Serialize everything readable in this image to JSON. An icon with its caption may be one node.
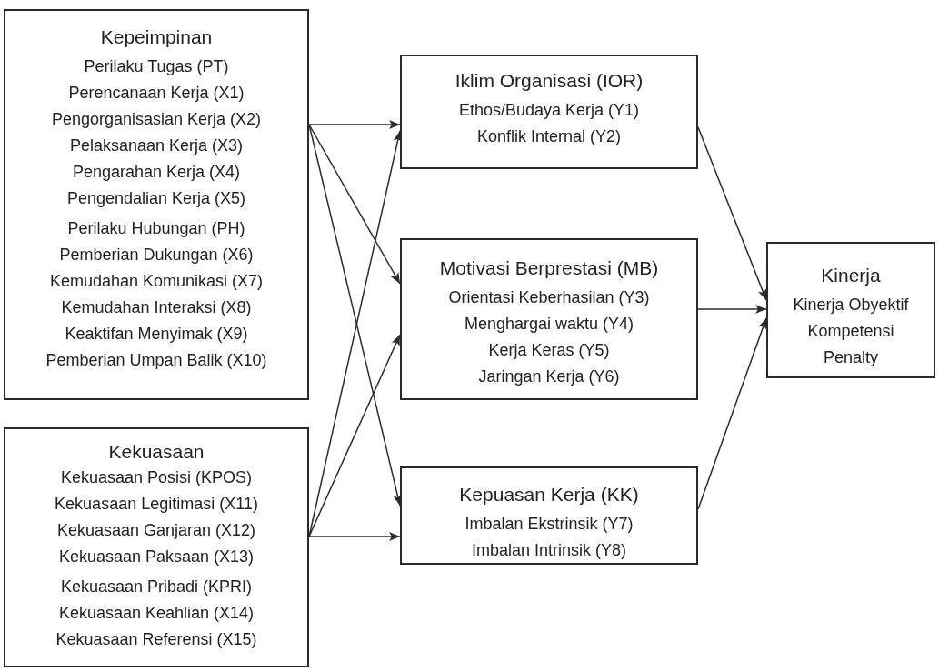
{
  "diagram": {
    "nodes": [
      {
        "text": [
          "Kepeimpinan",
          "Perilaku Tugas (PT)",
          "Perencanaan Kerja (X1)",
          "Pengorganisasian Kerja (X2)",
          "Pelaksanaan Kerja (X3)",
          "Pengarahan Kerja (X4)",
          "Pengendalian Kerja (X5)",
          "Perilaku Hubungan (PH)",
          "Pemberian Dukungan (X6)",
          "Kemudahan Komunikasi (X7)",
          "Kemudahan Interaksi (X8)",
          "Keaktifan Menyimak (X9)",
          "Pemberian Umpan Balik (X10)"
        ]
      },
      {
        "text": [
          "Kekuasaan",
          "Kekuasaan Posisi (KPOS)",
          "Kekuasaan Legitimasi (X11)",
          "Kekuasaan Ganjaran (X12)",
          "Kekuasaan Paksaan (X13)",
          "Kekuasaan Pribadi (KPRI)",
          "Kekuasaan Keahlian (X14)",
          "Kekuasaan Referensi (X15)"
        ]
      },
      {
        "text": [
          "Iklim Organisasi (IOR)",
          "Ethos/Budaya Kerja (Y1)",
          "Konflik Internal (Y2)"
        ]
      },
      {
        "text": [
          "Motivasi Berprestasi (MB)",
          "Orientasi Keberhasilan (Y3)",
          "Menghargai waktu (Y4)",
          "Kerja Keras (Y5)",
          "Jaringan Kerja (Y6)"
        ]
      },
      {
        "text": [
          "Kepuasan Kerja (KK)",
          "Imbalan Ekstrinsik (Y7)",
          "Imbalan Intrinsik (Y8)"
        ]
      },
      {
        "text": [
          "Kinerja",
          "Kinerja Obyektif",
          "Kompetensi",
          "Penalty"
        ]
      }
    ],
    "edges": [
      {
        "from": 0,
        "to": 2,
        "arrow": "to"
      },
      {
        "from": 0,
        "to": 3,
        "arrow": "to"
      },
      {
        "from": 0,
        "to": 4,
        "arrow": "to"
      },
      {
        "from": 1,
        "to": 2,
        "arrow": "to"
      },
      {
        "from": 1,
        "to": 3,
        "arrow": "to"
      },
      {
        "from": 1,
        "to": 4,
        "arrow": "to"
      },
      {
        "from": 2,
        "to": 5,
        "arrow": "to"
      },
      {
        "from": 3,
        "to": 5,
        "arrow": "to"
      },
      {
        "from": 4,
        "to": 5,
        "arrow": "to"
      }
    ]
  }
}
